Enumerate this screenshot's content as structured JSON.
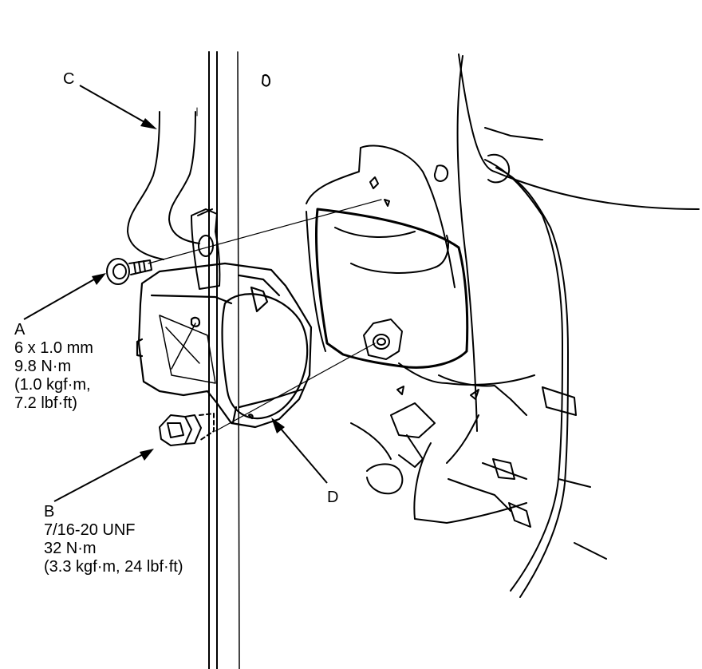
{
  "callouts": {
    "a": {
      "letter": "A",
      "lines": [
        "6 x 1.0 mm",
        "9.8 N·m",
        "(1.0 kgf·m,",
        "7.2 lbf·ft)"
      ]
    },
    "b": {
      "letter": "B",
      "lines": [
        "7/16-20 UNF",
        "32 N·m",
        "(3.3 kgf·m, 24 lbf·ft)"
      ]
    },
    "c": {
      "letter": "C"
    },
    "d": {
      "letter": "D"
    }
  }
}
